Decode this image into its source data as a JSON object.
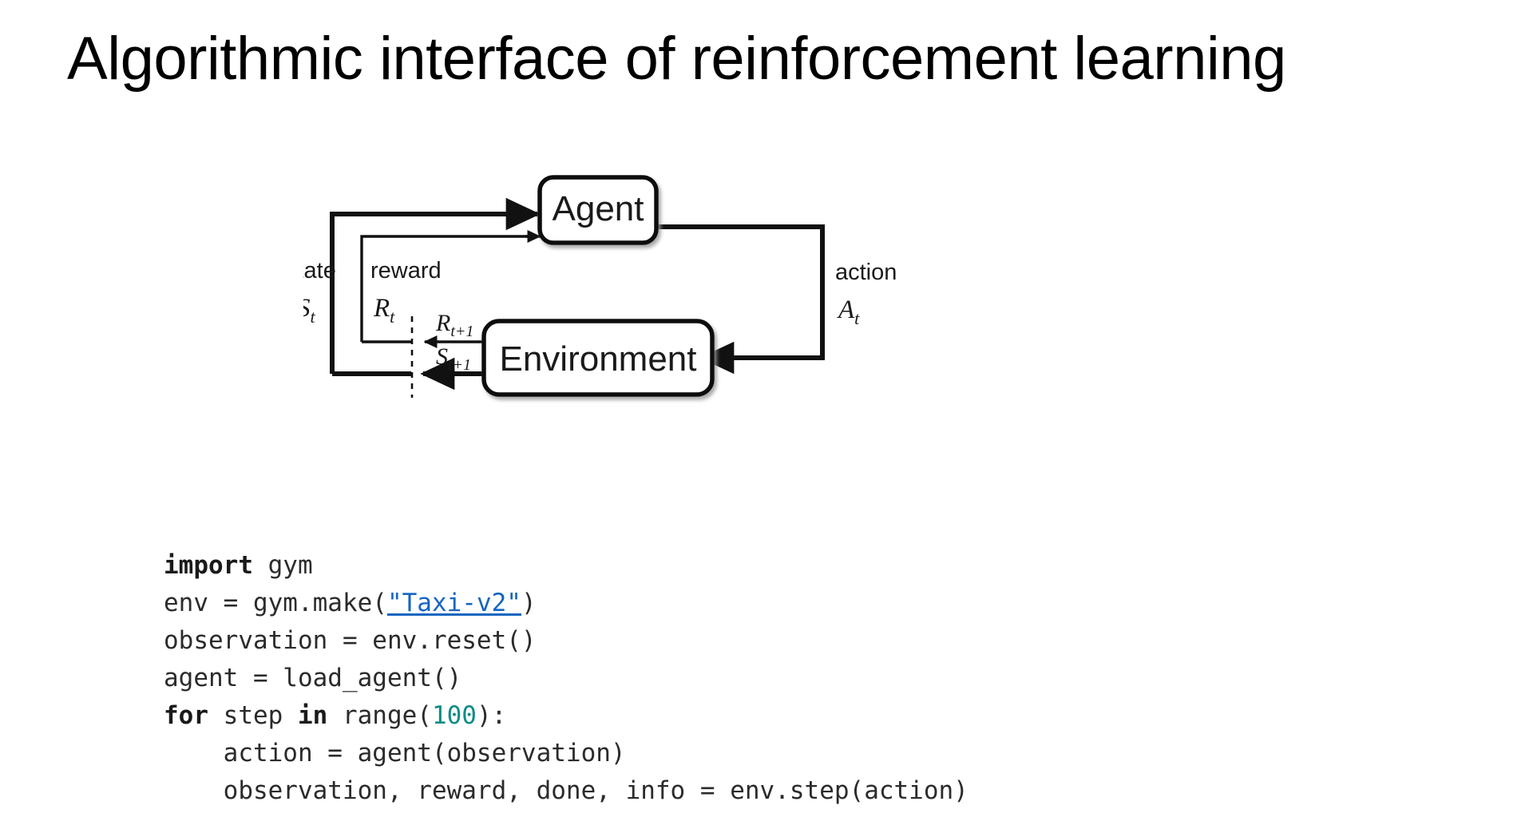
{
  "slide": {
    "title": "Algorithmic interface of reinforcement learning",
    "background_color": "#ffffff"
  },
  "diagram": {
    "name": "agent-environment-interaction-loop",
    "nodes": [
      {
        "id": "agent",
        "label": "Agent"
      },
      {
        "id": "environment",
        "label": "Environment"
      }
    ],
    "edge_labels": {
      "state_word": "state",
      "state_symbol": "S",
      "state_symbol_sub": "t",
      "reward_word": "reward",
      "reward_symbol": "R",
      "reward_symbol_sub": "t",
      "action_word": "action",
      "action_symbol": "A",
      "action_symbol_sub": "t",
      "next_reward_symbol": "R",
      "next_reward_sub": "t+1",
      "next_state_symbol": "S",
      "next_state_sub": "t+1"
    },
    "stroke_color": "#111111",
    "box_fill": "#ffffff"
  },
  "code": {
    "language": "python",
    "link_color": "#1565c0",
    "number_color": "#0d8b87",
    "text_color": "#2b2b2b",
    "lines": [
      {
        "tokens": [
          {
            "t": "import",
            "s": "kw"
          },
          {
            "t": " gym",
            "s": "plain"
          }
        ]
      },
      {
        "tokens": [
          {
            "t": "env = gym.make(",
            "s": "plain"
          },
          {
            "t": "\"Taxi-v2\"",
            "s": "lnk"
          },
          {
            "t": ")",
            "s": "plain"
          }
        ]
      },
      {
        "tokens": [
          {
            "t": "observation = env.reset()",
            "s": "plain"
          }
        ]
      },
      {
        "tokens": [
          {
            "t": "agent = load_agent()",
            "s": "plain"
          }
        ]
      },
      {
        "tokens": [
          {
            "t": "for",
            "s": "kw"
          },
          {
            "t": " step ",
            "s": "plain"
          },
          {
            "t": "in",
            "s": "kw"
          },
          {
            "t": " range(",
            "s": "plain"
          },
          {
            "t": "100",
            "s": "num"
          },
          {
            "t": "):",
            "s": "plain"
          }
        ]
      },
      {
        "tokens": [
          {
            "t": "    action = agent(observation)",
            "s": "plain"
          }
        ]
      },
      {
        "tokens": [
          {
            "t": "    observation, reward, done, info = env.step(action)",
            "s": "plain"
          }
        ]
      }
    ]
  }
}
